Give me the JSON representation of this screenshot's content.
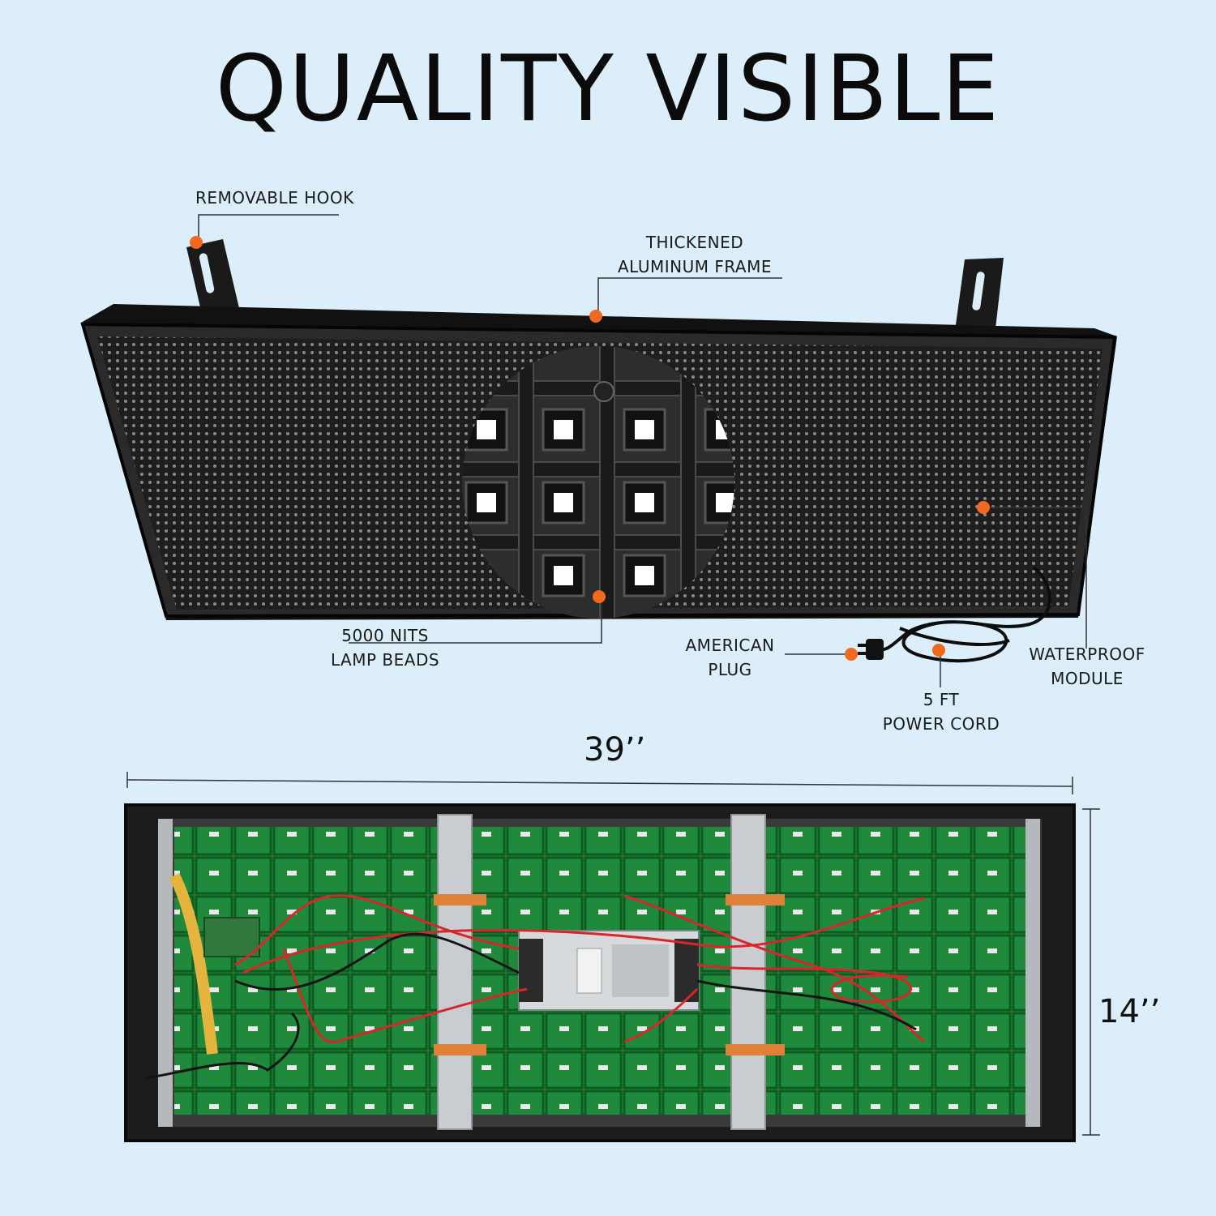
{
  "title": "QUALITY VISIBLE",
  "callouts": {
    "removable_hook": "REMOVABLE HOOK",
    "frame_line1": "THICKENED",
    "frame_line2": "ALUMINUM FRAME",
    "beads_line1": "5000 NITS",
    "beads_line2": "LAMP BEADS",
    "plug_line1": "AMERICAN",
    "plug_line2": "PLUG",
    "cord_line1": "5 FT",
    "cord_line2": "POWER CORD",
    "module_line1": "WATERPROOF",
    "module_line2": "MODULE"
  },
  "dimensions": {
    "width": "39’’",
    "height": "14’’"
  },
  "colors": {
    "background": "#dbeef9",
    "callout_dot": "#f0691f",
    "panel": "#1c1c1c",
    "pcb": "#1f8a3c",
    "wire": "#d8262a"
  }
}
